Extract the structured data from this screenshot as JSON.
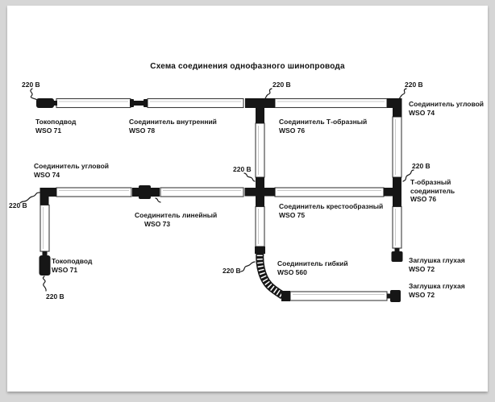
{
  "colors": {
    "background": "#d6d6d6",
    "panel": "#ffffff",
    "ink": "#161616"
  },
  "title": "Схема соединения однофазного шинопровода",
  "voltage": "220 В",
  "components": {
    "feed_top": {
      "name": "Токоподвод",
      "model": "WSO 71"
    },
    "internal": {
      "name": "Соединитель внутренний",
      "model": "WSO 78"
    },
    "t_top": {
      "name": "Соединитель Т-образный",
      "model": "WSO 76"
    },
    "corner_right": {
      "name": "Соединитель угловой",
      "model": "WSO 74"
    },
    "corner_left": {
      "name": "Соединитель угловой",
      "model": "WSO 74"
    },
    "linear": {
      "name": "Соединитель линейный",
      "model": "WSO 73"
    },
    "cross": {
      "name": "Соединитель крестообразный",
      "model": "WSO 75"
    },
    "t_right": {
      "line1": "Т-образный",
      "line2": "соединитель",
      "model": "WSO 76"
    },
    "feed_bottom": {
      "name": "Токоподвод",
      "model": "WSO 71"
    },
    "flexible": {
      "name": "Соединитель гибкий",
      "model": "WSO 560"
    },
    "endcap_right": {
      "name": "Заглушка глухая",
      "model": "WSO 72"
    },
    "endcap_bottom": {
      "name": "Заглушка глухая",
      "model": "WSO 72"
    }
  }
}
